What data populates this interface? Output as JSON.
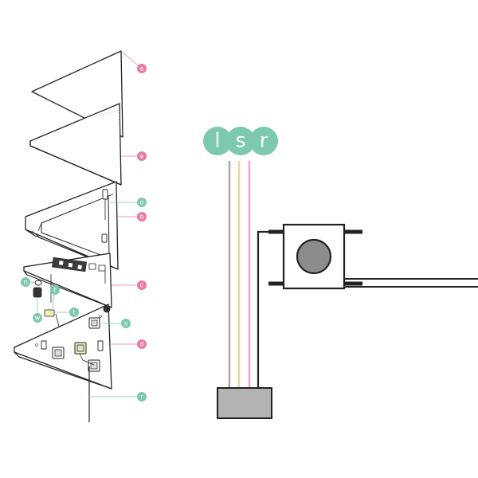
{
  "colors": {
    "pink": "#ea7aa4",
    "green": "#7cc9ad",
    "wire_gray": "#a9a9a9",
    "wire_yellow": "#e2dc9c",
    "wire_pink": "#e8a9c2",
    "connector": "#b3b3b3",
    "line": "#222222"
  },
  "callouts": {
    "top_plate": "e",
    "second_plate": "e",
    "frame": "b",
    "screw": "o",
    "board": "c",
    "bottom_plate": "d",
    "button_part": "s",
    "cable": "r",
    "light_a": "t",
    "light_b": "t",
    "knob": "n",
    "cap": "w"
  },
  "wire_labels": [
    "l",
    "s",
    "r"
  ]
}
